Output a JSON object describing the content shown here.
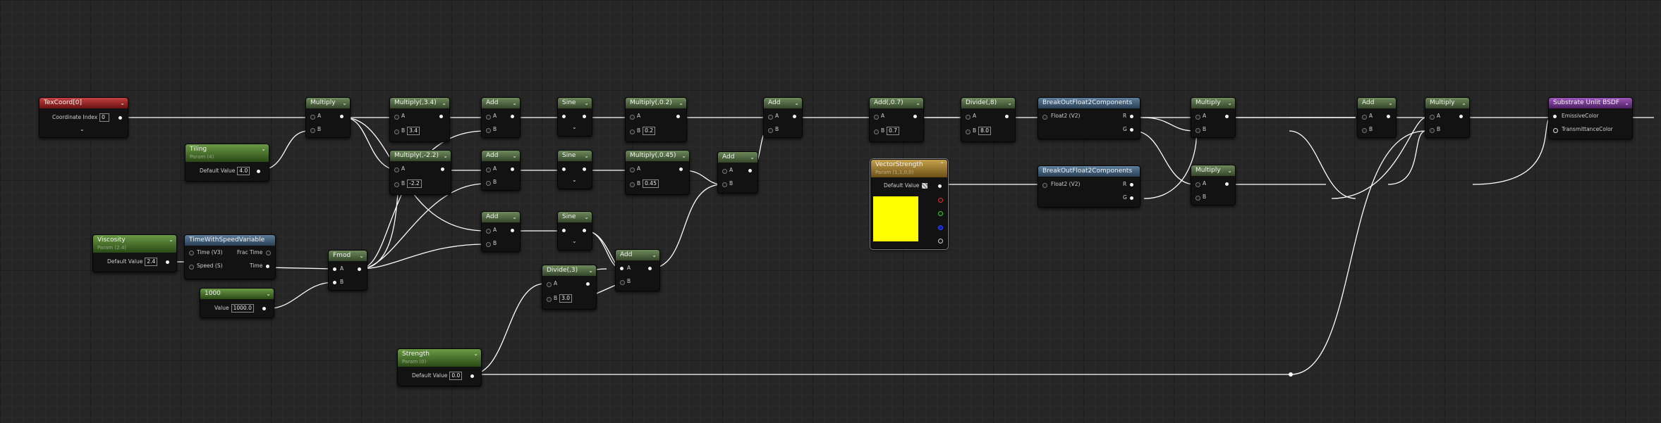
{
  "colors": {
    "canvas_bg": "#262626",
    "wire": "#ffffff",
    "swatch": "#ffff00"
  },
  "nodes": {
    "texcoord": {
      "title": "TexCoord[0]",
      "label": "Coordinate Index",
      "value": "0"
    },
    "tiling": {
      "title": "Tiling",
      "subtitle": "Param (4)",
      "label": "Default Value",
      "value": "4.0"
    },
    "viscosity": {
      "title": "Viscosity",
      "subtitle": "Param (2.4)",
      "label": "Default Value",
      "value": "2.4"
    },
    "time_speed": {
      "title": "TimeWithSpeedVariable",
      "in_time": "Time (V3)",
      "in_speed": "Speed (S)",
      "out_frac": "Frac Time",
      "out_time": "Time"
    },
    "const_1000": {
      "title": "1000",
      "label": "Value",
      "value": "1000.0"
    },
    "fmod": {
      "title": "Fmod",
      "a": "A",
      "b": "B"
    },
    "multiply_main": {
      "title": "Multiply",
      "a": "A",
      "b": "B"
    },
    "multiply_34": {
      "title": "Multiply(,3.4)",
      "a": "A",
      "b": "B",
      "bval": "3.4"
    },
    "multiply_neg22": {
      "title": "Multiply(,-2.2)",
      "a": "A",
      "b": "B",
      "bval": "-2.2"
    },
    "add1": {
      "title": "Add",
      "a": "A",
      "b": "B"
    },
    "add2": {
      "title": "Add",
      "a": "A",
      "b": "B"
    },
    "add3": {
      "title": "Add",
      "a": "A",
      "b": "B"
    },
    "sine1": {
      "title": "Sine"
    },
    "sine2": {
      "title": "Sine"
    },
    "sine3": {
      "title": "Sine"
    },
    "multiply_02": {
      "title": "Multiply(,0.2)",
      "a": "A",
      "b": "B",
      "bval": "0.2"
    },
    "multiply_045": {
      "title": "Multiply(,0.45)",
      "a": "A",
      "b": "B",
      "bval": "0.45"
    },
    "add4": {
      "title": "Add",
      "a": "A",
      "b": "B"
    },
    "add5": {
      "title": "Add",
      "a": "A",
      "b": "B"
    },
    "divide3": {
      "title": "Divide(,3)",
      "a": "A",
      "b": "B",
      "bval": "3.0"
    },
    "add6": {
      "title": "Add",
      "a": "A",
      "b": "B"
    },
    "strength": {
      "title": "Strength",
      "subtitle": "Param (0)",
      "label": "Default Value",
      "value": "0.0"
    },
    "add07": {
      "title": "Add(,0.7)",
      "a": "A",
      "b": "B",
      "bval": "0.7"
    },
    "divide8": {
      "title": "Divide(,8)",
      "a": "A",
      "b": "B",
      "bval": "8.0"
    },
    "vector_strength": {
      "title": "VectorStrength",
      "subtitle": "Param (1,1,0,0)",
      "label": "Default Value"
    },
    "break1": {
      "title": "BreakOutFloat2Components",
      "in": "Float2 (V2)",
      "r": "R",
      "g": "G"
    },
    "break2": {
      "title": "BreakOutFloat2Components",
      "in": "Float2 (V2)",
      "r": "R",
      "g": "G"
    },
    "multiply_r1": {
      "title": "Multiply",
      "a": "A",
      "b": "B"
    },
    "multiply_r2": {
      "title": "Multiply",
      "a": "A",
      "b": "B"
    },
    "add7": {
      "title": "Add",
      "a": "A",
      "b": "B"
    },
    "multiply_r3": {
      "title": "Multiply",
      "a": "A",
      "b": "B"
    },
    "substrate": {
      "title": "Substrate Unlit BSDF",
      "emissive": "EmissiveColor",
      "transmittance": "TransmittanceColor"
    }
  }
}
